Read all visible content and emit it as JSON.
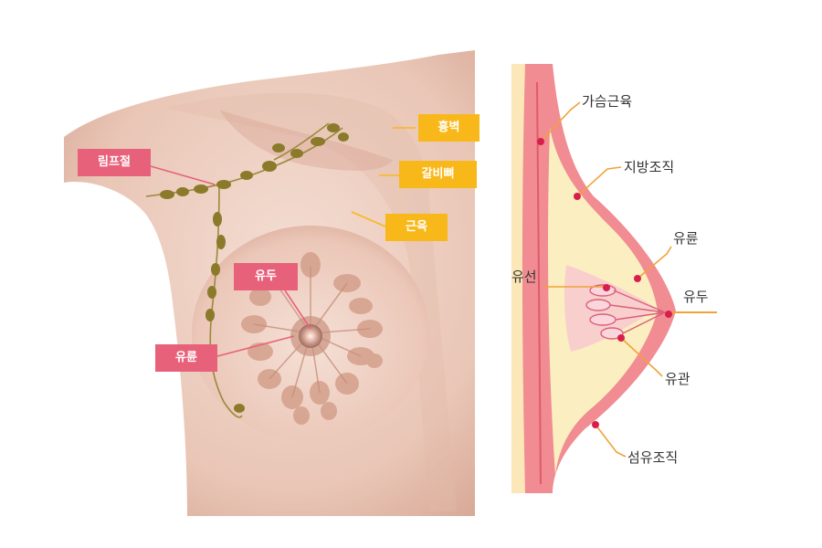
{
  "left_view": {
    "labels": {
      "lymph_node": "림프절",
      "chest_wall": "흉벽",
      "rib": "갈비뼈",
      "muscle": "근육",
      "nipple": "유두",
      "areola": "유륜"
    }
  },
  "right_view": {
    "labels": {
      "chest_muscle": "가슴근육",
      "fat_tissue": "지방조직",
      "areola": "유륜",
      "mammary_gland": "유선",
      "nipple": "유두",
      "milk_duct": "유관",
      "fibrous_tissue": "섬유조직"
    }
  },
  "colors": {
    "pink_tag": "#e8617a",
    "yellow_tag": "#f9b81a",
    "skin": "#ebcbbd",
    "lymph_node": "#8a7a2a",
    "cross_section_pink": "#f08c92",
    "cross_section_fat": "#fbeec0",
    "marker_dot": "#d81f4c",
    "leader_line": "#f2a23a"
  }
}
